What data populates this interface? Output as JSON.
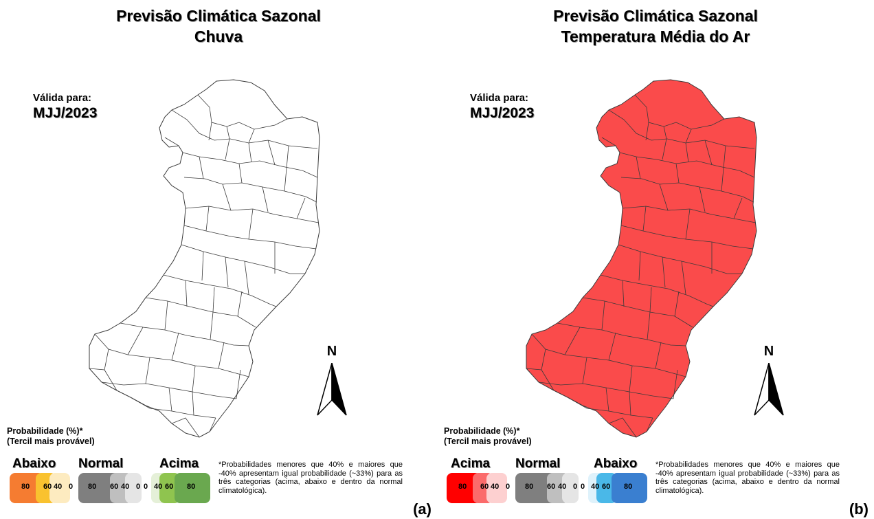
{
  "panels": [
    {
      "title_line1": "Previsão Climática Sazonal",
      "title_line2": "Chuva",
      "valid_label": "Válida para:",
      "valid_period": "MJJ/2023",
      "north": "N",
      "prob_title_line1": "Probabilidade (%)*",
      "prob_title_line2": "(Tercil mais provável)",
      "categories": [
        "Abaixo",
        "Normal",
        "Acima"
      ],
      "footnote": "*Probabilidades menores que 40% e maiores que -40% apresentam igual probabilidade (~33%) para as três categorias (acima, abaixo e dentro da normal climatológica).",
      "panel_letter": "(a)",
      "map_fill": "#ffffff",
      "legend_values": [
        "80",
        "60",
        "40",
        "0",
        "80",
        "60",
        "40",
        "0",
        "0",
        "40",
        "60",
        "80"
      ],
      "legend_colors": [
        "#f57c31",
        "#f9c22f",
        "#fdebc0",
        "#7f7f7f",
        "#bfbfbf",
        "#e5e5e5",
        "#e5f0d8",
        "#8fc44f",
        "#6aa84f"
      ]
    },
    {
      "title_line1": "Previsão Climática Sazonal",
      "title_line2": "Temperatura Média do Ar",
      "valid_label": "Válida para:",
      "valid_period": "MJJ/2023",
      "north": "N",
      "prob_title_line1": "Probabilidade (%)*",
      "prob_title_line2": "(Tercil mais provável)",
      "categories": [
        "Acima",
        "Normal",
        "Abaixo"
      ],
      "footnote": "*Probabilidades menores que 40% e maiores que -40% apresentam igual probabilidade (~33%) para as três categorias (acima, abaixo e dentro da normal climatológica).",
      "panel_letter": "(b)",
      "map_fill": "#fa4b4b",
      "legend_values": [
        "80",
        "60",
        "40",
        "0",
        "80",
        "60",
        "40",
        "0",
        "0",
        "40",
        "60",
        "80"
      ],
      "legend_colors": [
        "#ff0000",
        "#fb6b6b",
        "#fdd0d0",
        "#7f7f7f",
        "#bfbfbf",
        "#e5e5e5",
        "#dff2fb",
        "#4ab8e8",
        "#3a7fd0"
      ]
    }
  ]
}
